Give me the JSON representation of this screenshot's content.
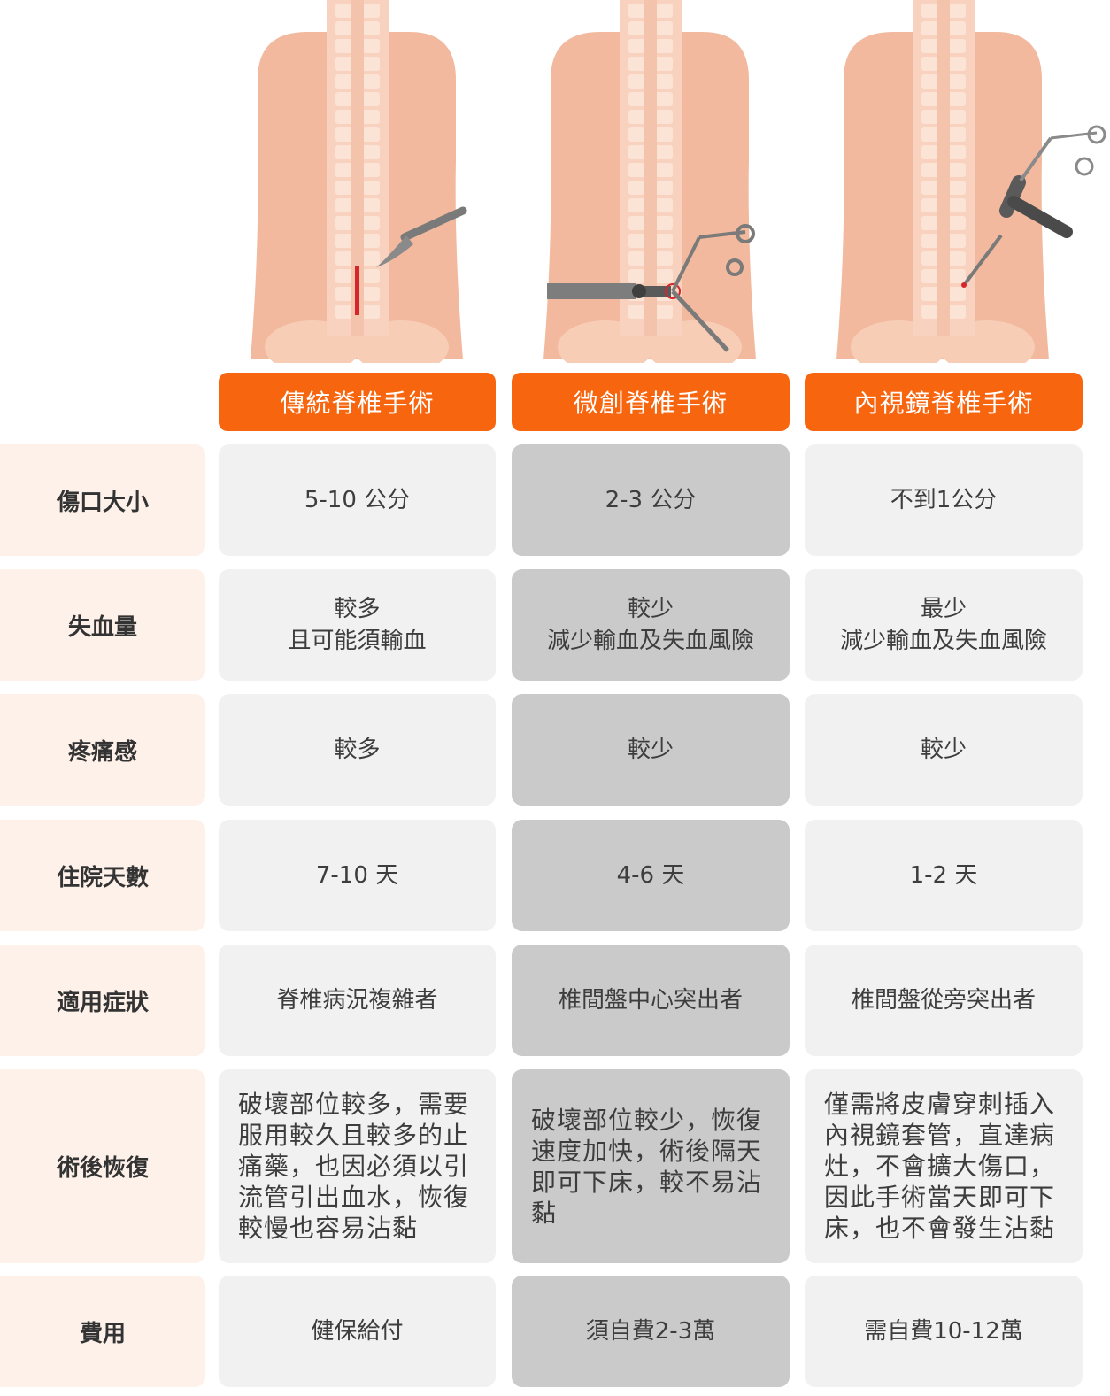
{
  "columns": [
    {
      "title": "傳統脊椎手術"
    },
    {
      "title": "微創脊椎手術"
    },
    {
      "title": "內視鏡脊椎手術"
    }
  ],
  "rows": [
    {
      "label": "傷口大小",
      "values": [
        [
          "5-10 公分"
        ],
        [
          "2-3 公分"
        ],
        [
          "不到1公分"
        ]
      ]
    },
    {
      "label": "失血量",
      "values": [
        [
          "較多",
          "且可能須輸血"
        ],
        [
          "較少",
          "減少輸血及失血風險"
        ],
        [
          "最少",
          "減少輸血及失血風險"
        ]
      ]
    },
    {
      "label": "疼痛感",
      "values": [
        [
          "較多"
        ],
        [
          "較少"
        ],
        [
          "較少"
        ]
      ]
    },
    {
      "label": "住院天數",
      "values": [
        [
          "7-10 天"
        ],
        [
          "4-6 天"
        ],
        [
          "1-2 天"
        ]
      ]
    },
    {
      "label": "適用症狀",
      "values": [
        [
          "脊椎病況複雜者"
        ],
        [
          "椎間盤中心突出者"
        ],
        [
          "椎間盤從旁突出者"
        ]
      ]
    },
    {
      "label": "術後恢復",
      "values": [
        [
          "破壞部位較多，需要",
          "服用較久且較多的止",
          "痛藥，也因必須以引",
          "流管引出血水，恢復",
          "較慢也容易沾黏"
        ],
        [
          "破壞部位較少，恢復",
          "速度加快，術後隔天",
          "即可下床，較不易沾",
          "黏"
        ],
        [
          "僅需將皮膚穿刺插入",
          "內視鏡套管，直達病",
          "灶，不會擴大傷口，",
          "因此手術當天即可下",
          "床，也不會發生沾黏"
        ]
      ]
    },
    {
      "label": "費用",
      "values": [
        [
          "健保給付"
        ],
        [
          "須自費2-3萬"
        ],
        [
          "需自費10-12萬"
        ]
      ]
    }
  ],
  "colors": {
    "header": "#f8650f",
    "label_bg": "#fdf1ea",
    "cell_light": "#f1f1f1",
    "cell_dark": "#cacaca",
    "skin": "#f2b99e",
    "bone": "#fbe0d1"
  },
  "illustrations": [
    {
      "name": "traditional-surgery-back",
      "tool": "scalpel-icon"
    },
    {
      "name": "minimally-invasive-back",
      "tool": "retractor-icon"
    },
    {
      "name": "endoscopic-back",
      "tool": "endoscope-icon"
    }
  ]
}
